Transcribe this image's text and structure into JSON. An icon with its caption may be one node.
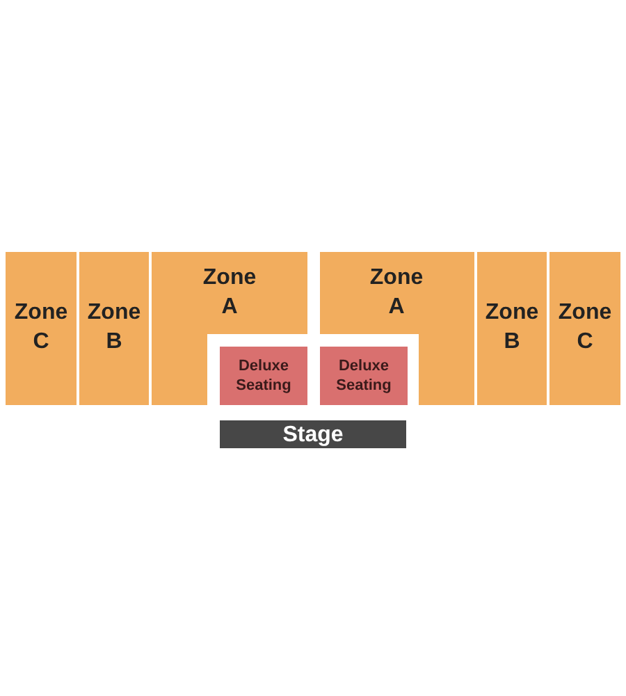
{
  "diagram": {
    "nodes": [
      {
        "text": [
          "Zone C"
        ]
      },
      {
        "text": [
          "Zone B"
        ]
      },
      {
        "text": [
          "Zone A"
        ]
      },
      {
        "text": [
          "Zone A"
        ]
      },
      {
        "text": [
          "Zone B"
        ]
      },
      {
        "text": [
          "Zone C"
        ]
      },
      {
        "text": [
          "Deluxe Seating"
        ]
      },
      {
        "text": [
          "Deluxe Seating"
        ]
      },
      {
        "text": [
          "Stage"
        ]
      }
    ]
  }
}
